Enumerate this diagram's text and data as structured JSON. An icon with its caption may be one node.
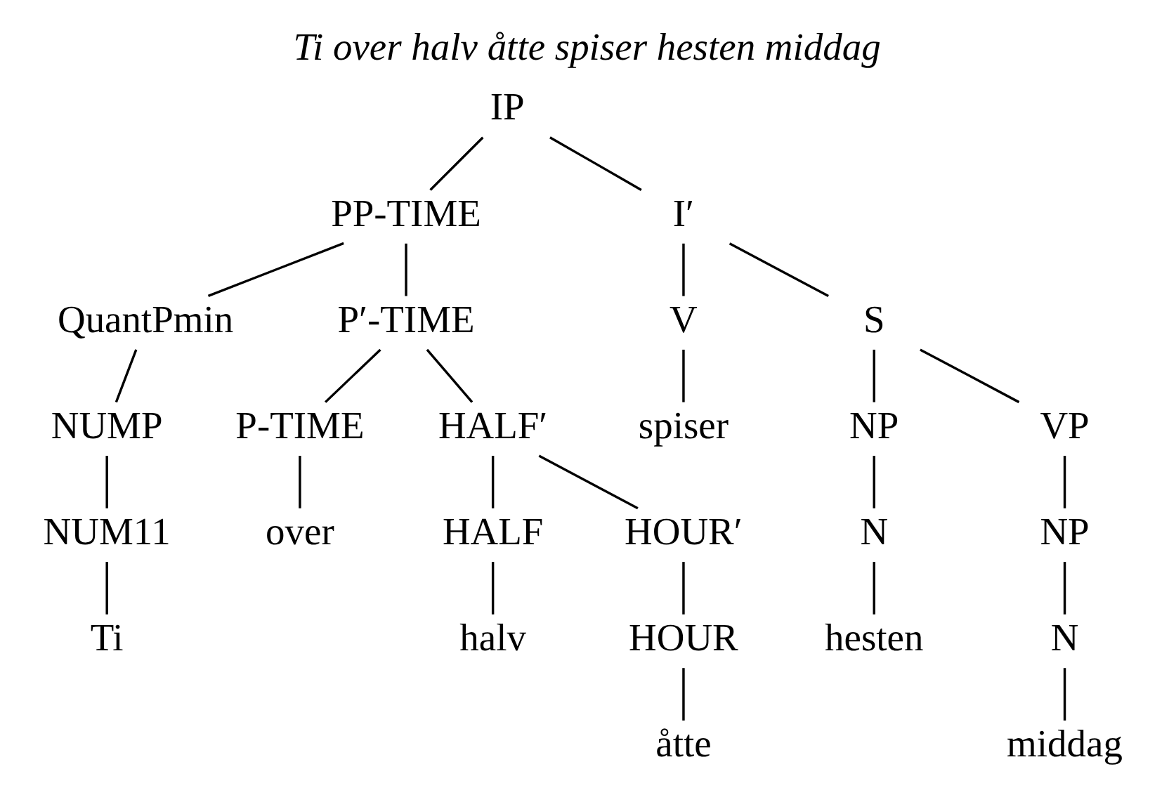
{
  "diagram": {
    "title": "Ti over halv åtte spiser hesten middag",
    "nodes": [
      {
        "text": [
          "IP"
        ]
      },
      {
        "text": [
          "PP-TIME"
        ]
      },
      {
        "text": [
          "I′"
        ]
      },
      {
        "text": [
          "QuantPmin"
        ]
      },
      {
        "text": [
          "P′-TIME"
        ]
      },
      {
        "text": [
          "V"
        ]
      },
      {
        "text": [
          "S"
        ]
      },
      {
        "text": [
          "NUMP"
        ]
      },
      {
        "text": [
          "P-TIME"
        ]
      },
      {
        "text": [
          "HALF′"
        ]
      },
      {
        "text": [
          "spiser"
        ]
      },
      {
        "text": [
          "NP"
        ]
      },
      {
        "text": [
          "VP"
        ]
      },
      {
        "text": [
          "NUM11"
        ]
      },
      {
        "text": [
          "over"
        ]
      },
      {
        "text": [
          "HALF"
        ]
      },
      {
        "text": [
          "HOUR′"
        ]
      },
      {
        "text": [
          "N"
        ]
      },
      {
        "text": [
          "NP"
        ]
      },
      {
        "text": [
          "Ti"
        ]
      },
      {
        "text": [
          "halv"
        ]
      },
      {
        "text": [
          "HOUR"
        ]
      },
      {
        "text": [
          "hesten"
        ]
      },
      {
        "text": [
          "N"
        ]
      },
      {
        "text": [
          "åtte"
        ]
      },
      {
        "text": [
          "middag"
        ]
      }
    ],
    "edges": [
      {
        "from": 0,
        "to": 1,
        "arrow": "none"
      },
      {
        "from": 0,
        "to": 2,
        "arrow": "none"
      },
      {
        "from": 1,
        "to": 3,
        "arrow": "none"
      },
      {
        "from": 1,
        "to": 4,
        "arrow": "none"
      },
      {
        "from": 2,
        "to": 5,
        "arrow": "none"
      },
      {
        "from": 2,
        "to": 6,
        "arrow": "none"
      },
      {
        "from": 3,
        "to": 7,
        "arrow": "none"
      },
      {
        "from": 4,
        "to": 8,
        "arrow": "none"
      },
      {
        "from": 4,
        "to": 9,
        "arrow": "none"
      },
      {
        "from": 5,
        "to": 10,
        "arrow": "none"
      },
      {
        "from": 6,
        "to": 11,
        "arrow": "none"
      },
      {
        "from": 6,
        "to": 12,
        "arrow": "none"
      },
      {
        "from": 7,
        "to": 13,
        "arrow": "none"
      },
      {
        "from": 8,
        "to": 14,
        "arrow": "none"
      },
      {
        "from": 9,
        "to": 15,
        "arrow": "none"
      },
      {
        "from": 9,
        "to": 16,
        "arrow": "none"
      },
      {
        "from": 11,
        "to": 17,
        "arrow": "none"
      },
      {
        "from": 12,
        "to": 18,
        "arrow": "none"
      },
      {
        "from": 13,
        "to": 19,
        "arrow": "none"
      },
      {
        "from": 15,
        "to": 20,
        "arrow": "none"
      },
      {
        "from": 16,
        "to": 21,
        "arrow": "none"
      },
      {
        "from": 17,
        "to": 22,
        "arrow": "none"
      },
      {
        "from": 18,
        "to": 23,
        "arrow": "none"
      },
      {
        "from": 21,
        "to": 24,
        "arrow": "none"
      },
      {
        "from": 23,
        "to": 25,
        "arrow": "none"
      }
    ]
  }
}
